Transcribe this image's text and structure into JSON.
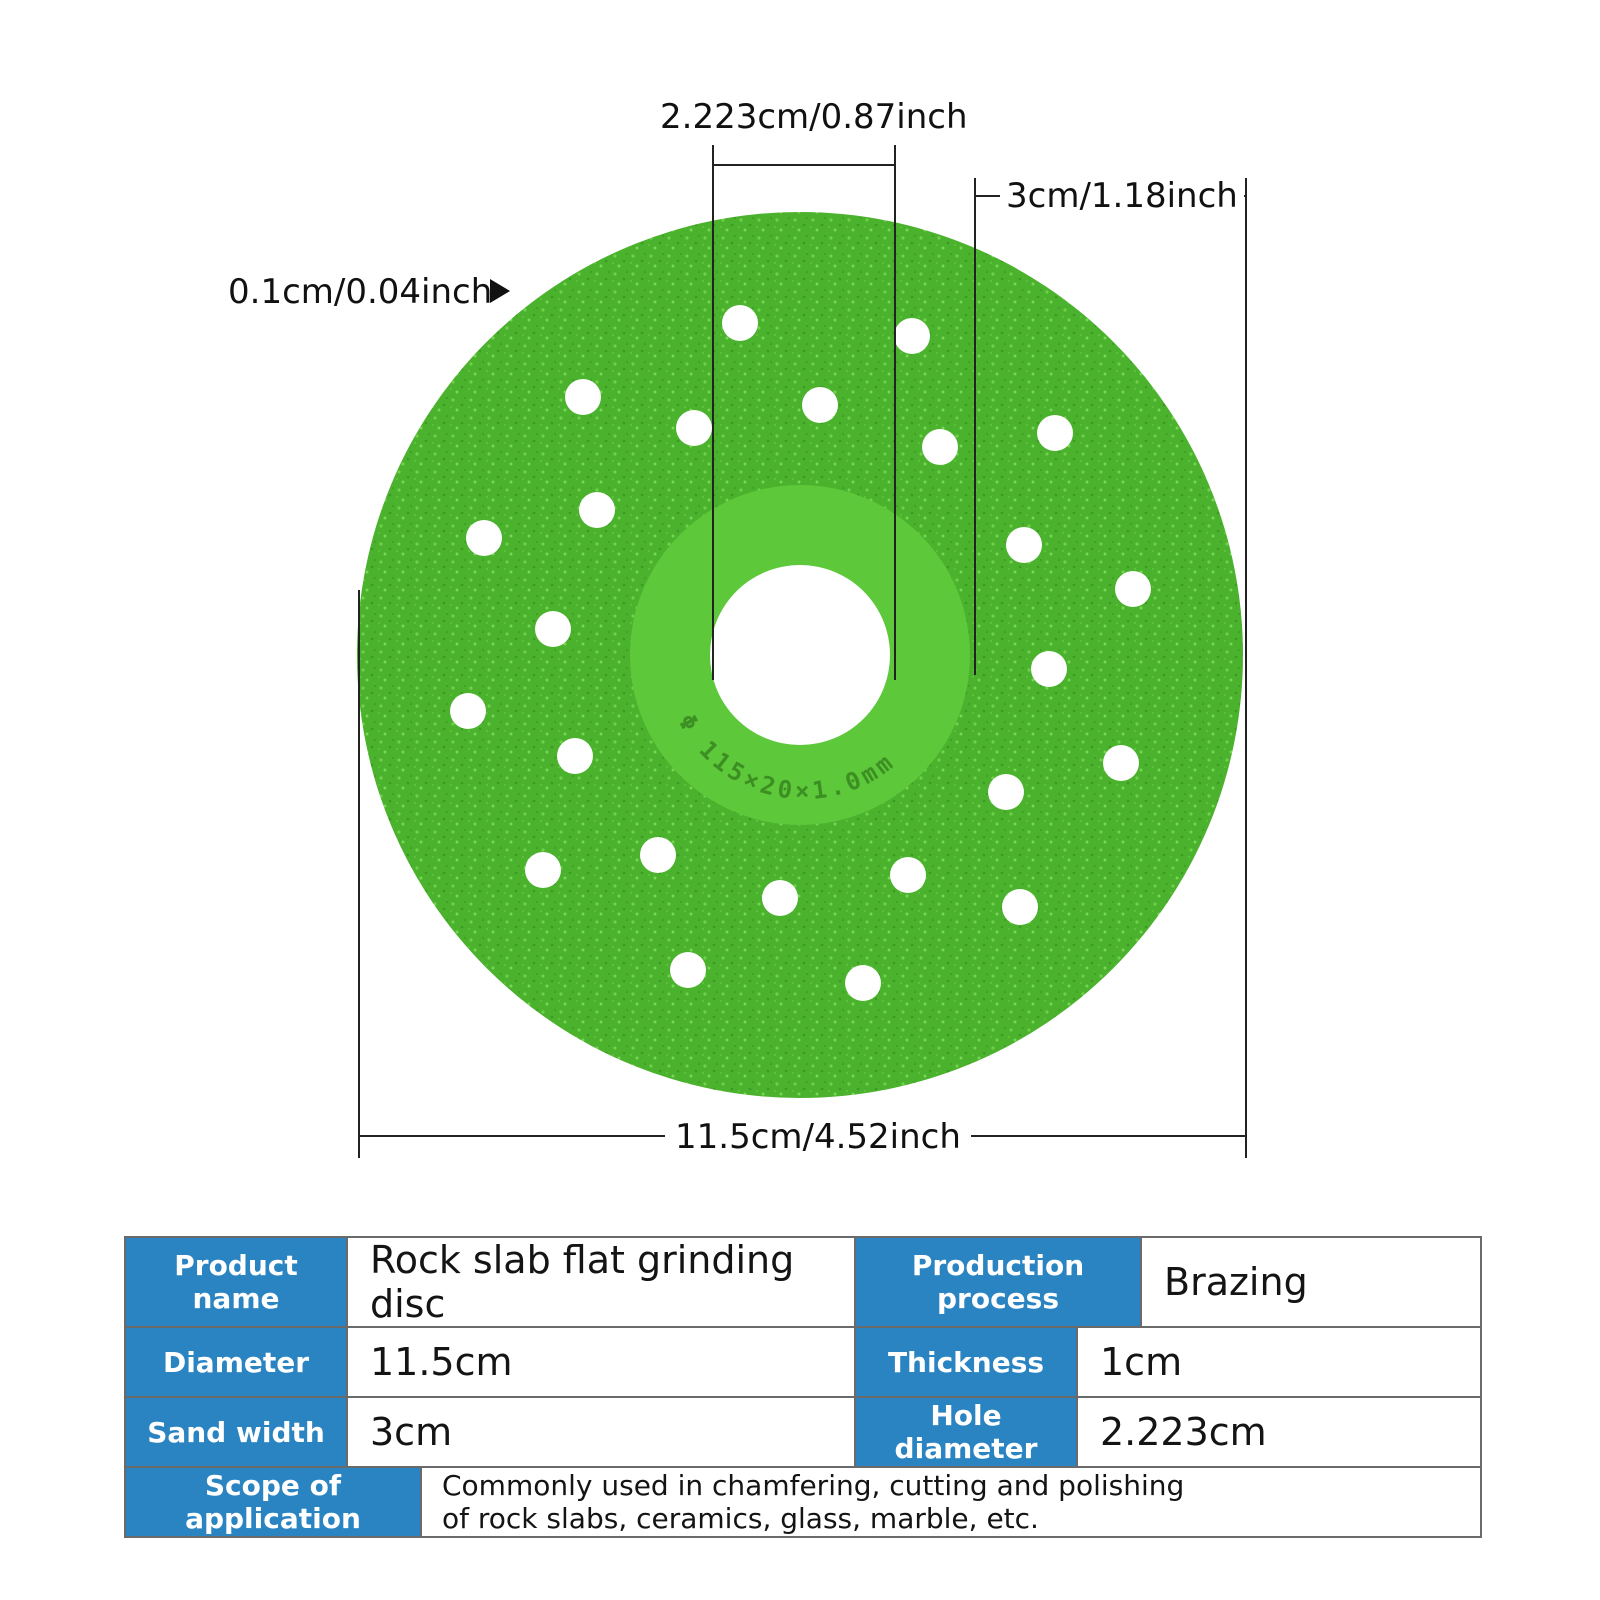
{
  "dimensions": {
    "hole": "2.223cm/0.87inch",
    "sand_width": "3cm/1.18inch",
    "thickness": "0.1cm/0.04inch",
    "diameter": "11.5cm/4.52inch",
    "disc_engraving": "Φ 115×20×1.0mm"
  },
  "colors": {
    "disc_green": "#4bb22d",
    "hub_green": "#5dc83a",
    "header_blue": "#2a84c2"
  },
  "icons": {
    "thickness_pointer": "triangle-right"
  },
  "spec_table": {
    "product_name_label": "Product name",
    "product_name_value": "Rock slab flat grinding disc",
    "production_process_label": "Production process",
    "production_process_value": "Brazing",
    "diameter_label": "Diameter",
    "diameter_value": "11.5cm",
    "thickness_label": "Thickness",
    "thickness_value": "1cm",
    "sand_width_label": "Sand width",
    "sand_width_value": "3cm",
    "hole_diameter_label": "Hole diameter",
    "hole_diameter_value": "2.223cm",
    "scope_label": "Scope of application",
    "scope_line1": "Commonly used in chamfering, cutting and polishing",
    "scope_line2": "of rock slabs, ceramics, glass, marble, etc."
  }
}
